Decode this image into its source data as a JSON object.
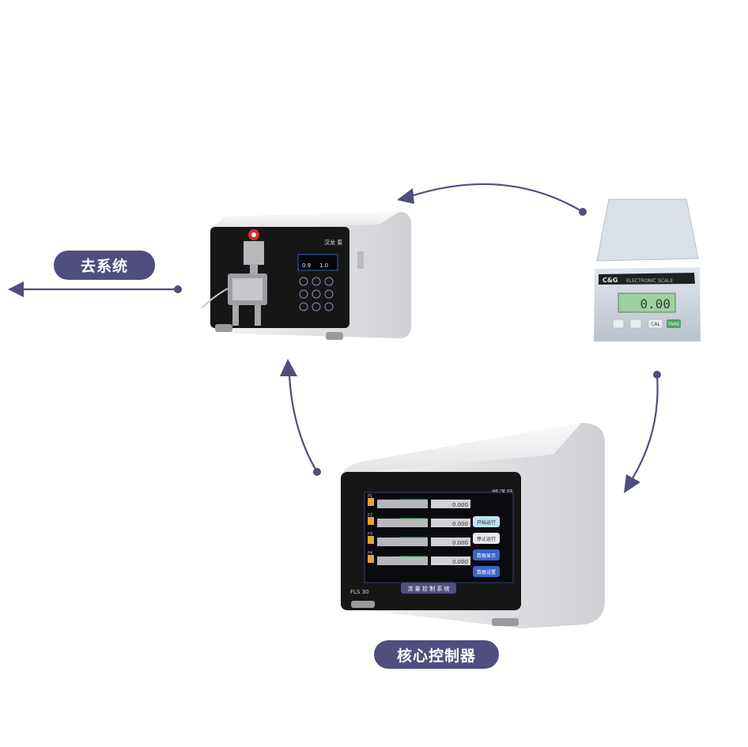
{
  "labels": {
    "to_system": "去系统",
    "core_controller": "核心控制器"
  },
  "pump": {
    "brand": "汉龙 泵",
    "display_line1": "0.9",
    "display_line2": "1.0"
  },
  "scale": {
    "brand": "C&G",
    "title": "ELECTRONIC SCALE",
    "reading": "0.00",
    "buttons": [
      "CAL",
      "TARE"
    ]
  },
  "controller": {
    "logo": "凯泽星",
    "model": "FLS 30",
    "bottom_label": "流 量 控 制 系 统",
    "channels": [
      "P1",
      "P2",
      "P3",
      "P4"
    ],
    "channel_values": [
      "0.000",
      "0.000",
      "0.000",
      "0.000"
    ],
    "buttons": [
      "开始运行",
      "停止运行",
      "数据显示",
      "数据设置"
    ]
  },
  "colors": {
    "accent": "#4f4e7e",
    "device_body": "#e6e6e8",
    "panel": "#161616"
  }
}
